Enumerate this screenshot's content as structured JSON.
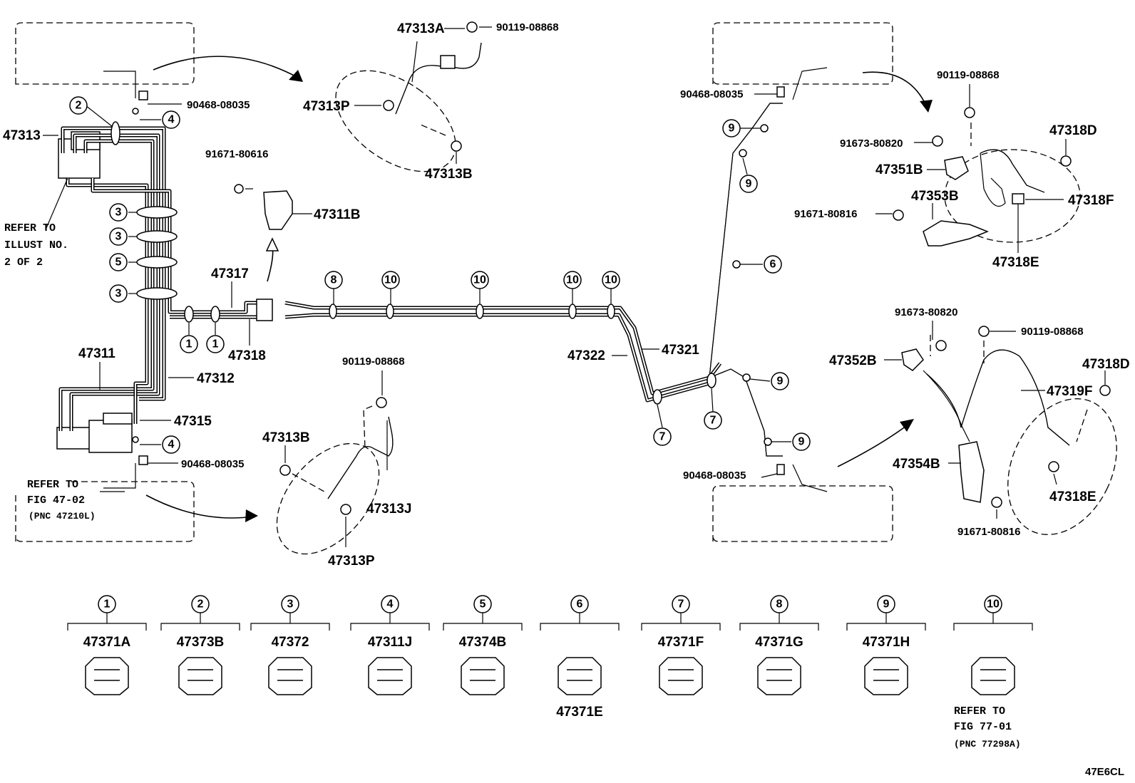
{
  "diagram_code": "47E6CL",
  "notes": {
    "refer_illust": [
      "REFER TO",
      "ILLUST NO.",
      "2 OF 2"
    ],
    "refer_fig_47_02": [
      "REFER  TO",
      "FIG 47-02",
      "(PNC 47210L)"
    ],
    "refer_fig_77_01": [
      "REFER  TO",
      "FIG 77-01",
      "(PNC 77298A)"
    ]
  },
  "part_labels": {
    "p47313": "47313",
    "p47311": "47311",
    "p47312": "47312",
    "p47315": "47315",
    "p47317": "47317",
    "p47318": "47318",
    "p47322": "47322",
    "p47321": "47321",
    "p47311B": "47311B",
    "p47313A": "47313A",
    "p47313P_top": "47313P",
    "p47313B_top": "47313B",
    "p47313B_bot": "47313B",
    "p47313J": "47313J",
    "p47313P_bot": "47313P",
    "p47351B": "47351B",
    "p47353B": "47353B",
    "p47318D_top": "47318D",
    "p47318F": "47318F",
    "p47318E_top": "47318E",
    "p47352B": "47352B",
    "p47319F": "47319F",
    "p47318D_bot": "47318D",
    "p47354B": "47354B",
    "p47318E_bot": "47318E",
    "p47371E": "47371E"
  },
  "fastener_labels": {
    "f90468_a": "90468-08035",
    "f90468_b": "90468-08035",
    "f90468_c": "90468-08035",
    "f90468_d": "90468-08035",
    "f91671_80616": "91671-80616",
    "f90119_a": "90119-08868",
    "f90119_b": "90119-08868",
    "f90119_c": "90119-08868",
    "f90119_d": "90119-08868",
    "f91673_a": "91673-80820",
    "f91673_b": "91673-80820",
    "f91671_80816_a": "91671-80816",
    "f91671_80816_b": "91671-80816"
  },
  "callouts": {
    "c2": "2",
    "c4a": "4",
    "c3a": "3",
    "c3b": "3",
    "c5": "5",
    "c3c": "3",
    "c1a": "1",
    "c1b": "1",
    "c4b": "4",
    "c8": "8",
    "c10a": "10",
    "c10b": "10",
    "c10c": "10",
    "c10d": "10",
    "c9a": "9",
    "c9b": "9",
    "c6": "6",
    "c9c": "9",
    "c9d": "9",
    "c7a": "7",
    "c7b": "7"
  },
  "legend": [
    {
      "num": "1",
      "part": "47371A"
    },
    {
      "num": "2",
      "part": "47373B"
    },
    {
      "num": "3",
      "part": "47372"
    },
    {
      "num": "4",
      "part": "47311J"
    },
    {
      "num": "5",
      "part": "47374B"
    },
    {
      "num": "6",
      "part": ""
    },
    {
      "num": "7",
      "part": "47371F"
    },
    {
      "num": "8",
      "part": "47371G"
    },
    {
      "num": "9",
      "part": "47371H"
    },
    {
      "num": "10",
      "part": ""
    }
  ]
}
